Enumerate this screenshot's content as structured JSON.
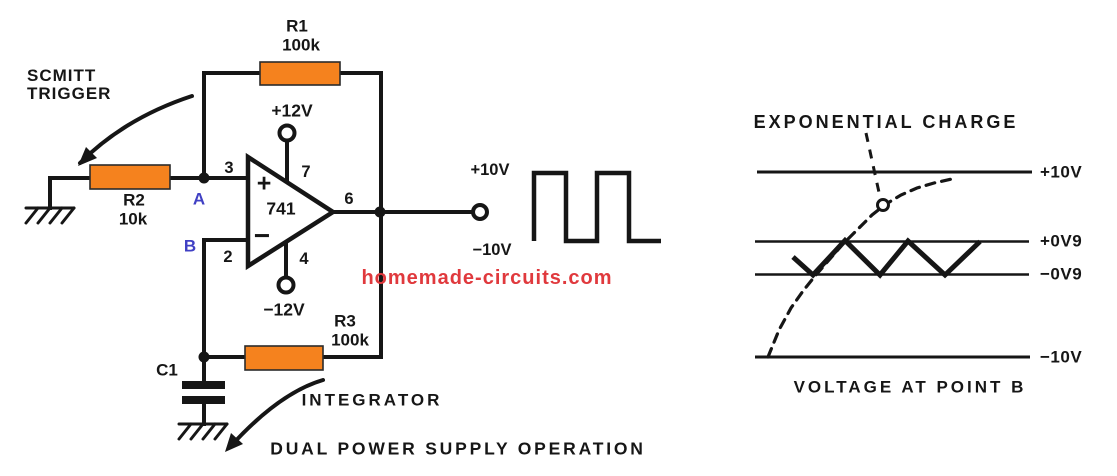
{
  "colors": {
    "background": "#ffffff",
    "line": "#161616",
    "resistor_fill": "#F5821E",
    "node_label": "#4040C4",
    "watermark": "#E0393D"
  },
  "annotations": {
    "schmitt_trigger_line1": "SCMITT",
    "schmitt_trigger_line2": "TRIGGER",
    "integrator": "INTEGRATOR",
    "caption": "DUAL POWER SUPPLY OPERATION",
    "watermark": "homemade-circuits.com"
  },
  "components": {
    "r1": {
      "ref": "R1",
      "value": "100k"
    },
    "r2": {
      "ref": "R2",
      "value": "10k"
    },
    "r3": {
      "ref": "R3",
      "value": "100k"
    },
    "c1": {
      "ref": "C1"
    },
    "opamp": {
      "part": "741",
      "noninverting_sign": "+",
      "inverting_sign": "−"
    }
  },
  "pins": {
    "noninverting": "3",
    "inverting": "2",
    "v_plus": "7",
    "v_minus": "4",
    "output": "6"
  },
  "nodes": {
    "a": "A",
    "b": "B"
  },
  "supplies": {
    "positive": "+12V",
    "negative": "−12V"
  },
  "output_swing": {
    "high": "+10V",
    "low": "−10V"
  },
  "waveform_panel": {
    "title": "EXPONENTIAL CHARGE",
    "levels": [
      "+10V",
      "+0V9",
      "−0V9",
      "−10V"
    ],
    "caption": "VOLTAGE AT POINT B"
  }
}
